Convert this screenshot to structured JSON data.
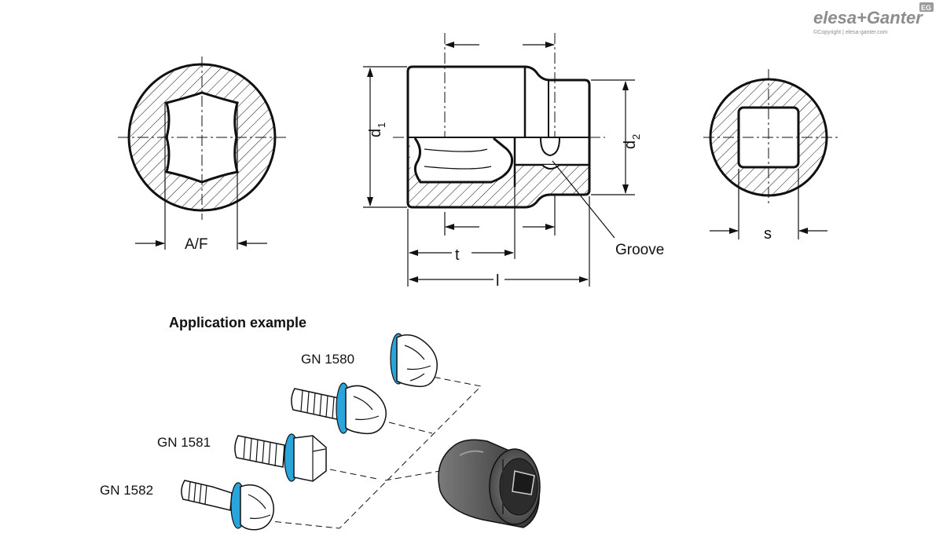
{
  "logo": {
    "brand": "elesa+Ganter",
    "badge": "EG",
    "copyright": "©Copyright | elesa-ganter.com"
  },
  "labels": {
    "af": "A/F",
    "t": "t",
    "l": "l",
    "groove": "Groove",
    "s": "s",
    "d1": "d",
    "d1_sub": "1",
    "d2": "d",
    "d2_sub": "2"
  },
  "application": {
    "title": "Application example",
    "items": [
      "GN 1580",
      "GN 1581",
      "GN 1582"
    ]
  },
  "colors": {
    "line": "#111111",
    "ring": "#2aa5dc",
    "socket": "#5a5a5a",
    "logo_gray": "#9a9a9a"
  }
}
